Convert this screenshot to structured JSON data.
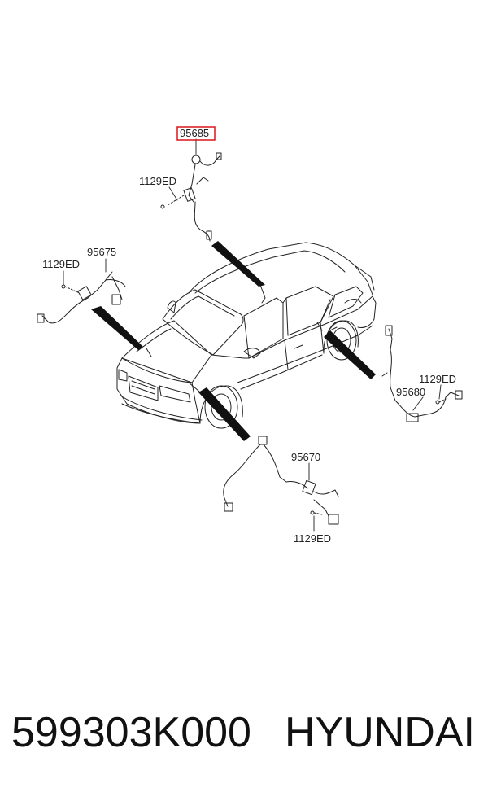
{
  "diagram": {
    "callouts": {
      "c95685": "95685",
      "c1129_top": "1129ED",
      "c95675": "95675",
      "c1129_left": "1129ED",
      "c1129_right": "1129ED",
      "c95680": "95680",
      "c95670": "95670",
      "c1129_bottom": "1129ED"
    },
    "highlight_color": "#d9161c"
  },
  "footer": {
    "part_number": "599303K000",
    "brand": "HYUNDAI"
  }
}
